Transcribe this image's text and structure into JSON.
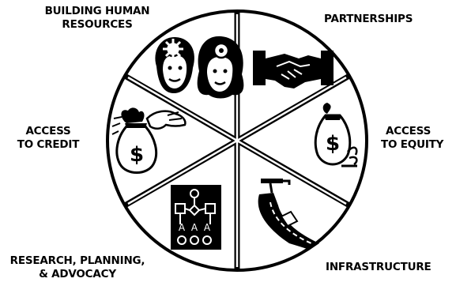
{
  "segments": [
    {
      "id": "building-human-resources",
      "lines": [
        "BUILDING HUMAN",
        "RESOURCES"
      ],
      "icon": "two-faces-with-gears-icon"
    },
    {
      "id": "partnerships",
      "lines": [
        "PARTNERSHIPS"
      ],
      "icon": "handshake-icon"
    },
    {
      "id": "access-to-equity",
      "lines": [
        "ACCESS",
        "TO EQUITY"
      ],
      "icon": "money-bag-with-sprout-icon"
    },
    {
      "id": "infrastructure",
      "lines": [
        "INFRASTRUCTURE"
      ],
      "icon": "road-and-telephone-icon"
    },
    {
      "id": "research-planning-advocacy",
      "lines": [
        "RESEARCH, PLANNING,",
        "& ADVOCACY"
      ],
      "icon": "flowchart-icon"
    },
    {
      "id": "access-to-credit",
      "lines": [
        "ACCESS",
        "TO CREDIT"
      ],
      "icon": "hand-with-money-bag-icon"
    }
  ],
  "colors": {
    "ink": "#000000",
    "paper": "#ffffff"
  },
  "icons": {
    "flowchart_letters": [
      "A",
      "A",
      "A"
    ]
  }
}
